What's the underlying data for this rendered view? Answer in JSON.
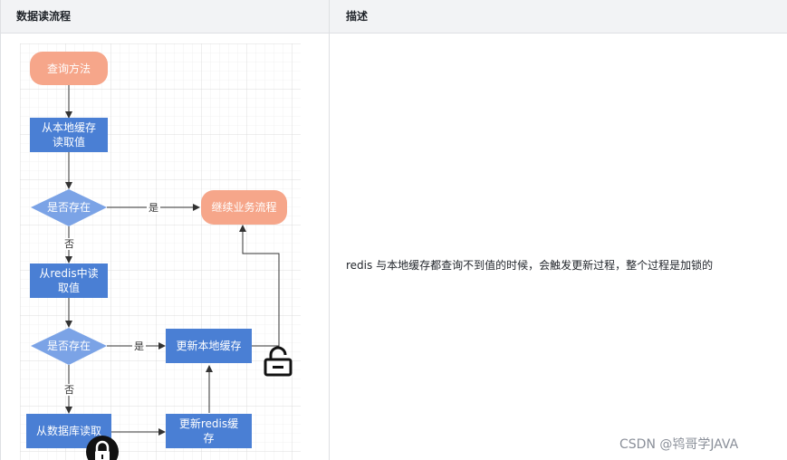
{
  "table": {
    "headers": [
      "数据读流程",
      "描述"
    ]
  },
  "flowchart": {
    "start": "查询方法",
    "read_local": "从本地缓存\n读取值",
    "check_exists_1": "是否存在",
    "continue": "继续业务流程",
    "read_redis": "从redis中读\n取值",
    "check_exists_2": "是否存在",
    "update_local": "更新本地缓存",
    "read_db": "从数据库读取",
    "update_redis": "更新redis缓\n存",
    "edge_yes_1": "是",
    "edge_no_1": "否",
    "edge_yes_2": "是",
    "edge_no_2": "否"
  },
  "description": "redis 与本地缓存都查询不到值的时候，会触发更新过程，整个过程是加锁的",
  "watermark": "CSDN @鸨哥学JAVA",
  "icons": [
    "lock-open-icon",
    "lock-closed-icon"
  ],
  "colors": {
    "start_node": "#f6a68a",
    "process_node": "#4a7fd4",
    "decision_node": "#7ba3e6",
    "header_bg": "#f2f3f5"
  }
}
